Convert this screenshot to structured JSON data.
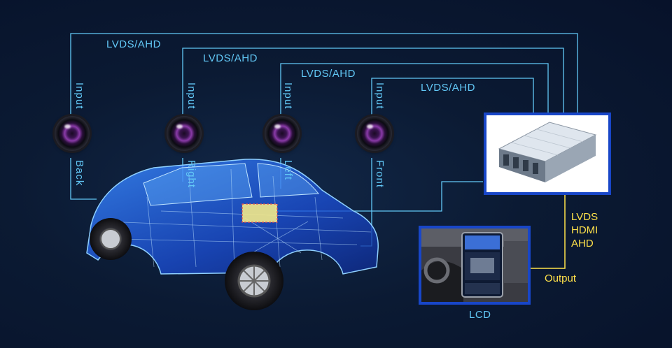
{
  "links": {
    "back": "LVDS/AHD",
    "right": "LVDS/AHD",
    "left": "LVDS/AHD",
    "front": "LVDS/AHD"
  },
  "cameras": [
    {
      "input": "Input",
      "position": "Back"
    },
    {
      "input": "Input",
      "position": "Right"
    },
    {
      "input": "Input",
      "position": "Left"
    },
    {
      "input": "Input",
      "position": "Front"
    }
  ],
  "output": {
    "signals": [
      "LVDS",
      "HDMI",
      "AHD"
    ],
    "label": "Output"
  },
  "display": {
    "label": "LCD"
  },
  "colors": {
    "wire": "#62c8f6",
    "output_wire": "#ffe24a",
    "frame": "#1846c8"
  }
}
